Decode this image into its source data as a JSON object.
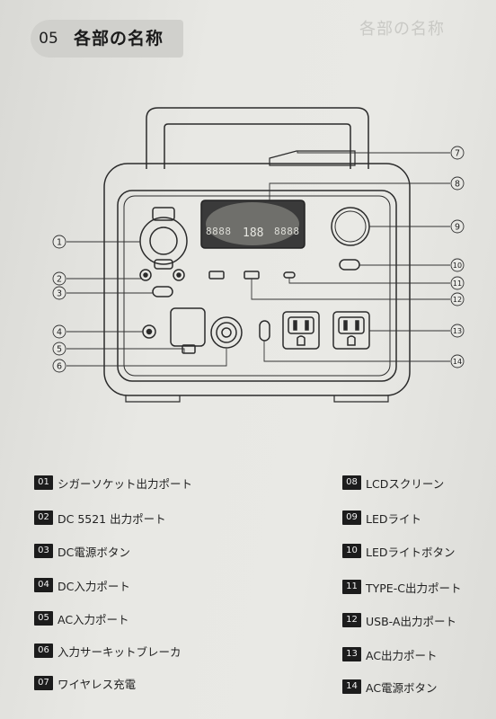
{
  "section": {
    "number": "05",
    "title": "各部の名称"
  },
  "callouts": [
    "1",
    "2",
    "3",
    "4",
    "5",
    "6",
    "7",
    "8",
    "9",
    "10",
    "11",
    "12",
    "13",
    "14"
  ],
  "display_digits": {
    "left": "8888",
    "center": "188",
    "right": "8888"
  },
  "legend": [
    {
      "num": "01",
      "label": "シガーソケット出力ポート"
    },
    {
      "num": "02",
      "label": "DC 5521 出力ポート"
    },
    {
      "num": "03",
      "label": "DC電源ボタン"
    },
    {
      "num": "04",
      "label": "DC入力ポート"
    },
    {
      "num": "05",
      "label": "AC入力ポート"
    },
    {
      "num": "06",
      "label": "入力サーキットブレーカ"
    },
    {
      "num": "07",
      "label": "ワイヤレス充電"
    },
    {
      "num": "08",
      "label": "LCDスクリーン"
    },
    {
      "num": "09",
      "label": "LEDライト"
    },
    {
      "num": "10",
      "label": "LEDライトボタン"
    },
    {
      "num": "11",
      "label": "TYPE-C出力ポート"
    },
    {
      "num": "12",
      "label": "USB-A出力ポート"
    },
    {
      "num": "13",
      "label": "AC出力ポート"
    },
    {
      "num": "14",
      "label": "AC電源ボタン"
    }
  ]
}
